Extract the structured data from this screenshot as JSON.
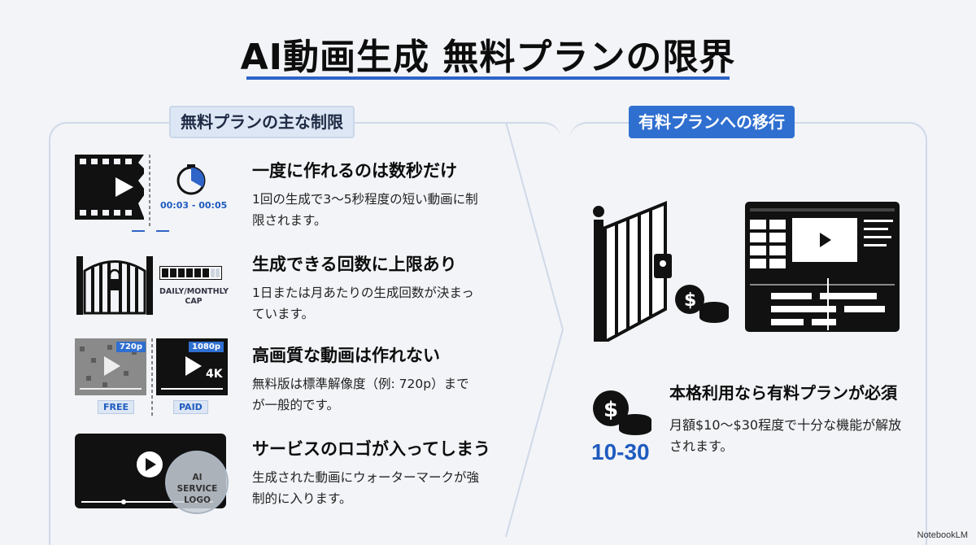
{
  "title": "AI動画生成 無料プランの限界",
  "left_tag": "無料プランの主な制限",
  "right_tag": "有料プランへの移行",
  "items": [
    {
      "heading": "一度に作れるのは数秒だけ",
      "body": "1回の生成で3〜5秒程度の短い動画に制限されます。",
      "icon_text": "00:03 - 00:05",
      "icon": "film-timer-icon"
    },
    {
      "heading": "生成できる回数に上限あり",
      "body": "1日または月あたりの生成回数が決まっています。",
      "icon_text": "DAILY/MONTHLY CAP",
      "icon": "locked-gate-icon"
    },
    {
      "heading": "高画質な動画は作れない",
      "body": "無料版は標準解像度（例: 720p）までが一般的です。",
      "icon_text": [
        "720p",
        "1080p",
        "4K",
        "FREE",
        "PAID"
      ],
      "icon": "resolution-compare-icon"
    },
    {
      "heading": "サービスのロゴが入ってしまう",
      "body": "生成された動画にウォーターマークが強制的に入ります。",
      "icon_text": "AI SERVICE LOGO",
      "icon": "watermark-video-icon"
    }
  ],
  "right": {
    "heading": "本格利用なら有料プランが必須",
    "body": "月額$10〜$30程度で十分な機能が解放されます。",
    "price": "10-30"
  },
  "footer": "NotebookLM",
  "colors": {
    "accent": "#2f64c8",
    "tag_bg": "#dde6f4",
    "right_tag_bg": "#2f6fd0",
    "price": "#1f5bbf"
  }
}
